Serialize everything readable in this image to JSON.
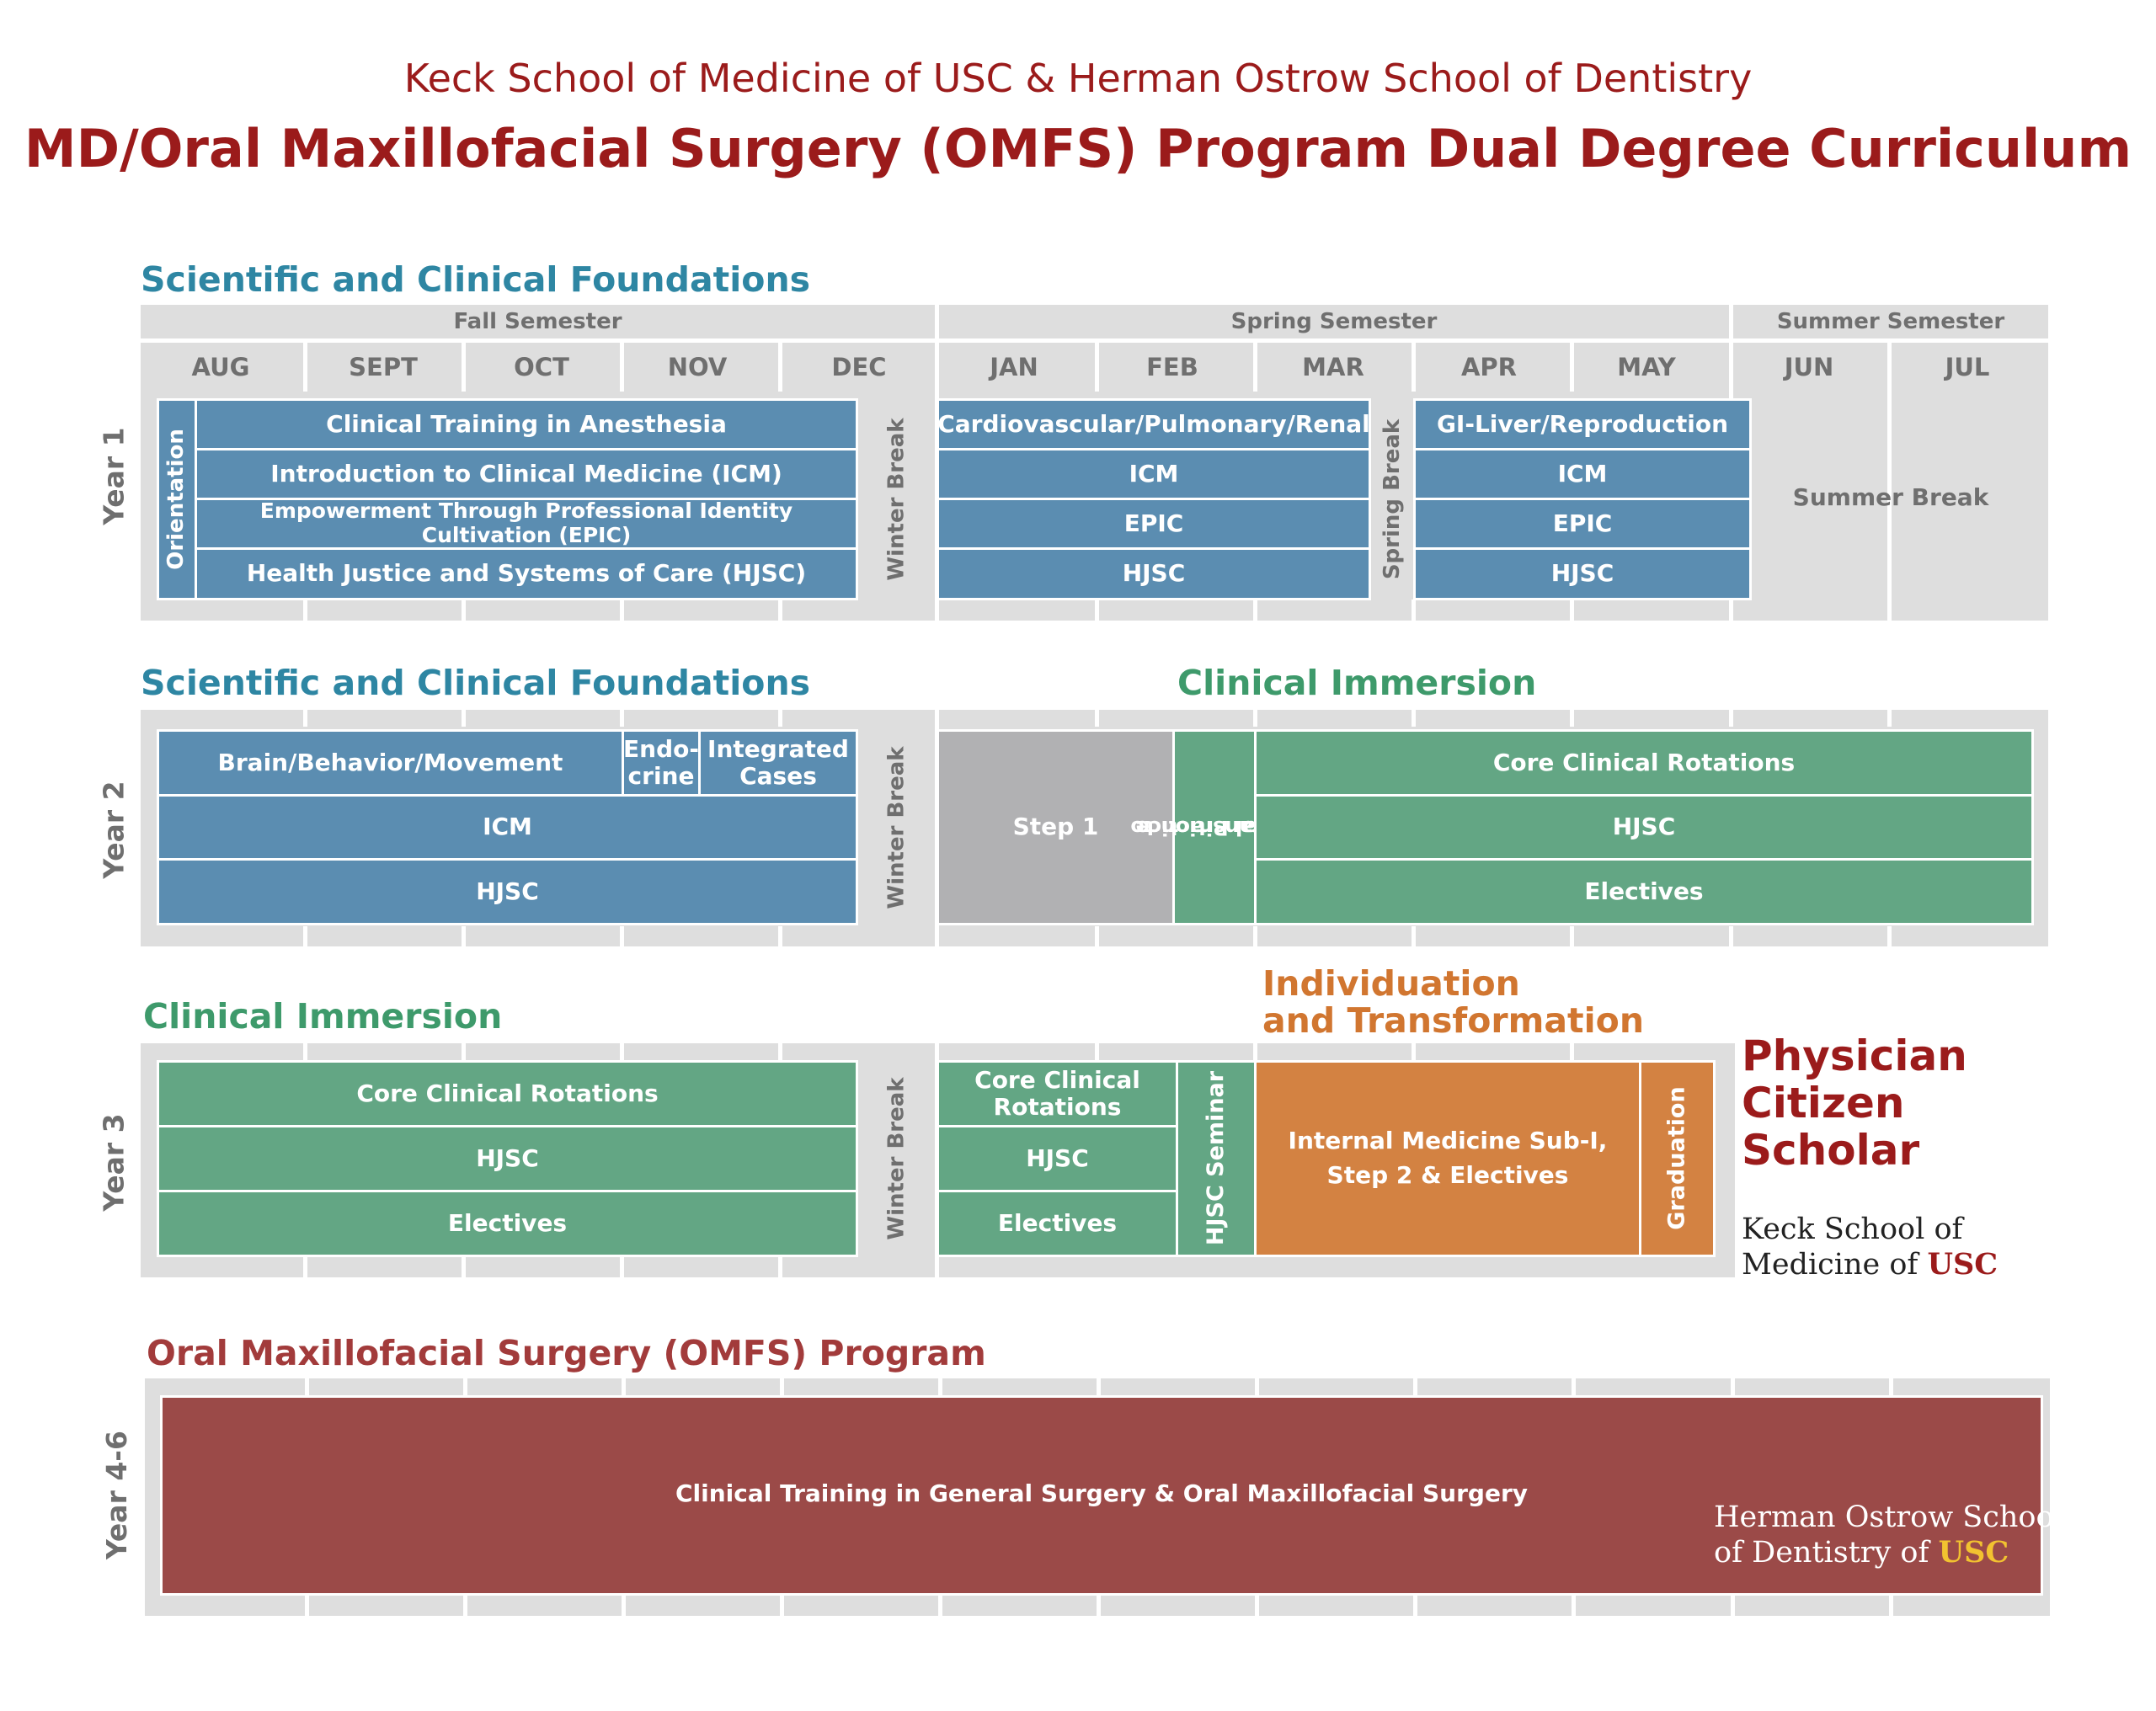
{
  "header": {
    "subtitle": "Keck School of Medicine of USC & Herman Ostrow School of Dentistry",
    "title": "MD/Oral Maxillofacial Surgery (OMFS) Program Dual Degree Curriculum"
  },
  "semesters": {
    "fall": "Fall Semester",
    "spring": "Spring Semester",
    "summer": "Summer Semester"
  },
  "months": [
    "AUG",
    "SEPT",
    "OCT",
    "NOV",
    "DEC",
    "JAN",
    "FEB",
    "MAR",
    "APR",
    "MAY",
    "JUN",
    "JUL"
  ],
  "year1": {
    "section_title": "Scientific and Clinical Foundations",
    "label": "Year 1",
    "orientation": "Orientation",
    "fall_courses": [
      "Clinical Training in Anesthesia",
      "Introduction to Clinical Medicine (ICM)",
      "Empowerment Through Professional Identity Cultivation (EPIC)",
      "Health Justice and Systems of Care (HJSC)"
    ],
    "winter_break": "Winter Break",
    "spring1_courses": [
      "Cardiovascular/Pulmonary/Renal",
      "ICM",
      "EPIC",
      "HJSC"
    ],
    "spring_break": "Spring Break",
    "spring2_courses": [
      "GI-Liver/Reproduction",
      "ICM",
      "EPIC",
      "HJSC"
    ],
    "summer_break": "Summer Break"
  },
  "year2": {
    "section_title_left": "Scientific and Clinical Foundations",
    "section_title_right": "Clinical Immersion",
    "label": "Year 2",
    "brain": "Brain/Behavior/Movement",
    "endo": [
      "Endo-",
      "crine"
    ],
    "integrated": [
      "Integrated",
      "Cases"
    ],
    "icm": "ICM",
    "hjsc": "HJSC",
    "winter_break": "Winter Break",
    "step1": "Step 1",
    "transition": [
      "Transition to",
      "Clinical Practice"
    ],
    "core": "Core Clinical Rotations",
    "hjsc_right": "HJSC",
    "electives": "Electives"
  },
  "year3": {
    "section_title_left": "Clinical Immersion",
    "section_title_right": [
      "Individuation",
      "and Transformation"
    ],
    "label": "Year 3",
    "left_courses": [
      "Core Clinical Rotations",
      "HJSC",
      "Electives"
    ],
    "winter_break": "Winter Break",
    "mid_courses": [
      [
        "Core Clinical",
        "Rotations"
      ],
      "HJSC",
      "Electives"
    ],
    "hjsc_seminar": "HJSC Seminar",
    "im_subi": [
      "Internal Medicine Sub-I,",
      "Step 2 & Electives"
    ],
    "graduation": "Graduation"
  },
  "pcs": [
    "Physician",
    "Citizen",
    "Scholar"
  ],
  "keck_logo": [
    "Keck School of",
    "Medicine of",
    "USC"
  ],
  "year4": {
    "section_title": "Oral Maxillofacial Surgery (OMFS) Program",
    "label": "Year 4-6",
    "training": "Clinical Training in General Surgery & Oral Maxillofacial Surgery"
  },
  "ostrow_logo": [
    "Herman Ostrow School",
    "of Dentistry of",
    "USC"
  ],
  "colors": {
    "title_red": "#9b1b1b",
    "blue": "#5b8db1",
    "green": "#63a684",
    "orange": "#d38242",
    "maroon": "#9b4a48",
    "gray": "#b1b1b3",
    "teal_heading": "#2e86a3"
  }
}
